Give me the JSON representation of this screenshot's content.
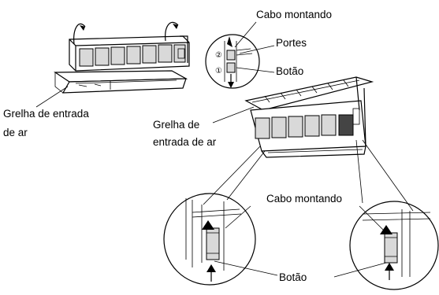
{
  "labels": {
    "cabo_top": "Cabo montando",
    "portes": "Portes",
    "botao_top": "Botão",
    "grelha_left_1": "Grelha de entrada",
    "grelha_left_2": "de ar",
    "grelha_mid_1": "Grelha de",
    "grelha_mid_2": "entrada de ar",
    "cabo_bottom": "Cabo montando",
    "botao_bottom": "Botão"
  },
  "markers": {
    "step1": "①",
    "step2": "②"
  }
}
